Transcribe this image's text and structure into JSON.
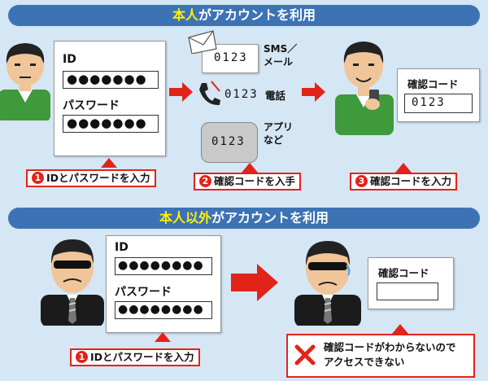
{
  "section1": {
    "banner": {
      "highlight": "本人",
      "rest": "がアカウントを利用"
    },
    "login": {
      "id_label": "ID",
      "password_label": "パスワード",
      "id_value": "●●●●●●●",
      "password_value": "●●●●●●●"
    },
    "sms": {
      "code": "0123",
      "label_line1": "SMS／",
      "label_line2": "メール"
    },
    "phone": {
      "code": "0123",
      "label": "電話"
    },
    "app": {
      "code": "0123",
      "label_line1": "アプリ",
      "label_line2": "など"
    },
    "confirm": {
      "label": "確認コード",
      "value": "0123"
    },
    "steps": [
      {
        "num": "1",
        "text": "IDとパスワードを入力"
      },
      {
        "num": "2",
        "text": "確認コードを入手"
      },
      {
        "num": "3",
        "text": "確認コードを入力"
      }
    ]
  },
  "section2": {
    "banner": {
      "highlight": "本人以外",
      "rest": "がアカウントを利用"
    },
    "login": {
      "id_label": "ID",
      "password_label": "パスワード",
      "id_value": "●●●●●●●●",
      "password_value": "●●●●●●●●"
    },
    "confirm": {
      "label": "確認コード",
      "value": ""
    },
    "step": {
      "num": "1",
      "text": "IDとパスワードを入力"
    },
    "fail": {
      "line1": "確認コードがわからないので",
      "line2": "アクセスできない"
    }
  },
  "colors": {
    "banner": "#3d73b5",
    "highlight": "#fff200",
    "accent_red": "#e2231a",
    "shirt_green": "#3e9a3a",
    "background": "#d5e6f4"
  }
}
